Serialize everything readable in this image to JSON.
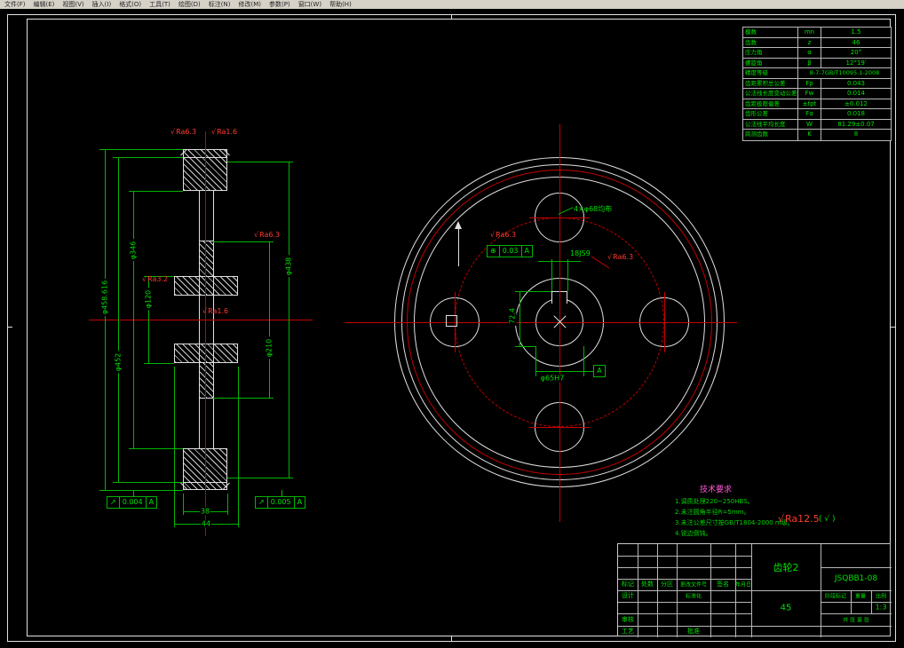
{
  "menubar": {
    "items": [
      "文件(F)",
      "编辑(E)",
      "视图(V)",
      "插入(I)",
      "格式(O)",
      "工具(T)",
      "绘图(D)",
      "标注(N)",
      "修改(M)",
      "参数(P)",
      "窗口(W)",
      "帮助(H)"
    ]
  },
  "gear_table": {
    "rows": [
      {
        "label": "模数",
        "symbol": "mn",
        "value": "1.5"
      },
      {
        "label": "齿数",
        "symbol": "z",
        "value": "46"
      },
      {
        "label": "压力角",
        "symbol": "α",
        "value": "20°"
      },
      {
        "label": "螺旋角",
        "symbol": "β",
        "value": "12°19′"
      },
      {
        "label": "精度等级",
        "symbol": "",
        "value": "8-7-7GB/T10095.1-2008"
      },
      {
        "label": "齿距累积总公差",
        "symbol": "Fp",
        "value": "0.043"
      },
      {
        "label": "公法线长度变动公差",
        "symbol": "Fw",
        "value": "0.014"
      },
      {
        "label": "齿距极限偏差",
        "symbol": "±fpt",
        "value": "±0.012"
      },
      {
        "label": "齿形公差",
        "symbol": "Fα",
        "value": "0.018"
      },
      {
        "label": "公法线平均长度",
        "symbol": "W",
        "value": "81.29±0.07"
      },
      {
        "label": "跨测齿数",
        "symbol": "K",
        "value": "8"
      }
    ]
  },
  "notes": {
    "title": "技术要求",
    "items": [
      "1.调质处理220~250HBS。",
      "2.未注圆角半径R=5mm。",
      "3.未注公差尺寸按GB/T1804-2000 m级。",
      "4.锐边倒钝。"
    ]
  },
  "surface_note": {
    "value": "Ra12.5",
    "alt": "( √ )"
  },
  "title_block": {
    "part_name": "齿轮2",
    "drawing_no": "JSQBB1-08",
    "material": "45",
    "scale": "1:3",
    "labels": {
      "mark": "标记",
      "qty": "处数",
      "zone": "分区",
      "file": "更改文件号",
      "sign": "签名",
      "date": "年月日",
      "design": "设计",
      "standardize": "标准化",
      "check": "审核",
      "process": "工艺",
      "approve": "批准",
      "stage": "阶段标记",
      "weight": "重量",
      "scale_lbl": "比例",
      "sheets": "共 张 第 张"
    }
  },
  "left_view": {
    "dim_d1": "φ458.616",
    "dim_d2": "φ452",
    "dim_d3": "φ346",
    "dim_d4": "φ120",
    "dim_d5": "φ438",
    "dim_d6": "φ210",
    "dim_w1": "38",
    "dim_w2": "44",
    "gdt1": {
      "sym": "↗",
      "tol": "0.004",
      "datum": "A"
    },
    "gdt2": {
      "sym": "↗",
      "tol": "0.005",
      "datum": "A"
    },
    "ra1": "Ra6.3",
    "ra2": "Ra1.6",
    "ra3": "Ra6.3",
    "ra4": "Ra3.2",
    "ra5": "Ra1.6"
  },
  "right_view": {
    "hole_note": "4×φ68均布",
    "key_width": "18JS9",
    "key_depth": "72.4",
    "bore_dim": "φ65H7",
    "datum_label": "A",
    "gdt": {
      "sym": "⊕",
      "tol": "0.03",
      "datum": "A"
    },
    "ra1": "Ra6.3",
    "ra2": "Ra6.3"
  }
}
